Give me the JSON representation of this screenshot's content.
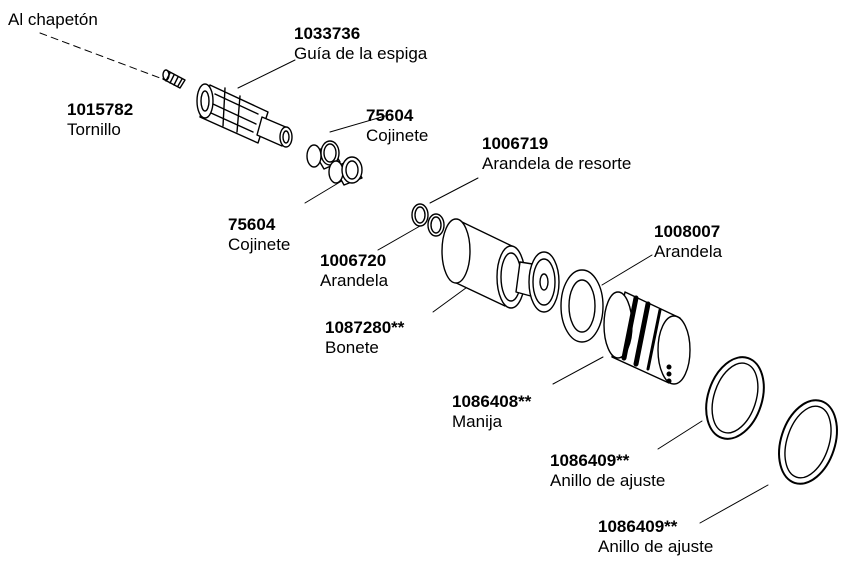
{
  "diagram": {
    "to_escutcheon": "Al chapetón",
    "parts": {
      "screw": {
        "number": "1015782",
        "name": "Tornillo"
      },
      "stem_guide": {
        "number": "1033736",
        "name": "Guía de la espiga"
      },
      "bushing_top": {
        "number": "75604",
        "name": "Cojinete"
      },
      "bushing_bottom": {
        "number": "75604",
        "name": "Cojinete"
      },
      "spring_washer": {
        "number": "1006719",
        "name": "Arandela de resorte"
      },
      "washer_small": {
        "number": "1006720",
        "name": "Arandela"
      },
      "washer_large": {
        "number": "1008007",
        "name": "Arandela"
      },
      "bonnet": {
        "number": "1087280**",
        "name": "Bonete"
      },
      "handle": {
        "number": "1086408**",
        "name": "Manija"
      },
      "trim_ring_1": {
        "number": "1086409**",
        "name": "Anillo de ajuste"
      },
      "trim_ring_2": {
        "number": "1086409**",
        "name": "Anillo de ajuste"
      }
    }
  }
}
